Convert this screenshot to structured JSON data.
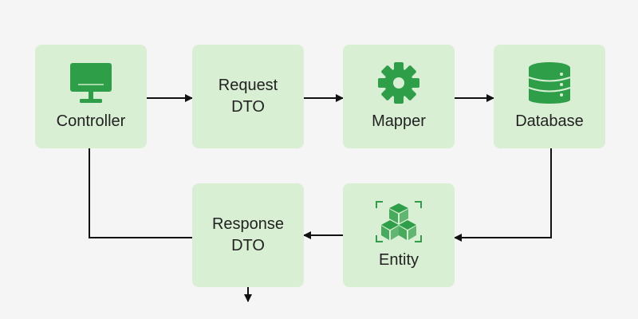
{
  "colors": {
    "background": "#f5f5f5",
    "node_fill": "#d9efd3",
    "icon_green": "#2e9e48",
    "edge": "#111111"
  },
  "nodes": {
    "controller": {
      "label": "Controller",
      "icon": "monitor-icon"
    },
    "request_dto": {
      "label_line1": "Request",
      "label_line2": "DTO"
    },
    "mapper": {
      "label": "Mapper",
      "icon": "gear-icon"
    },
    "database": {
      "label": "Database",
      "icon": "database-icon"
    },
    "response_dto": {
      "label_line1": "Response",
      "label_line2": "DTO"
    },
    "entity": {
      "label": "Entity",
      "icon": "cubes-icon"
    }
  },
  "edges": [
    {
      "from": "controller",
      "to": "request_dto"
    },
    {
      "from": "request_dto",
      "to": "mapper"
    },
    {
      "from": "mapper",
      "to": "database"
    },
    {
      "from": "database",
      "to": "entity"
    },
    {
      "from": "entity",
      "to": "response_dto"
    },
    {
      "from": "controller",
      "to": "response_dto"
    },
    {
      "from": "response_dto",
      "to": "output"
    }
  ]
}
